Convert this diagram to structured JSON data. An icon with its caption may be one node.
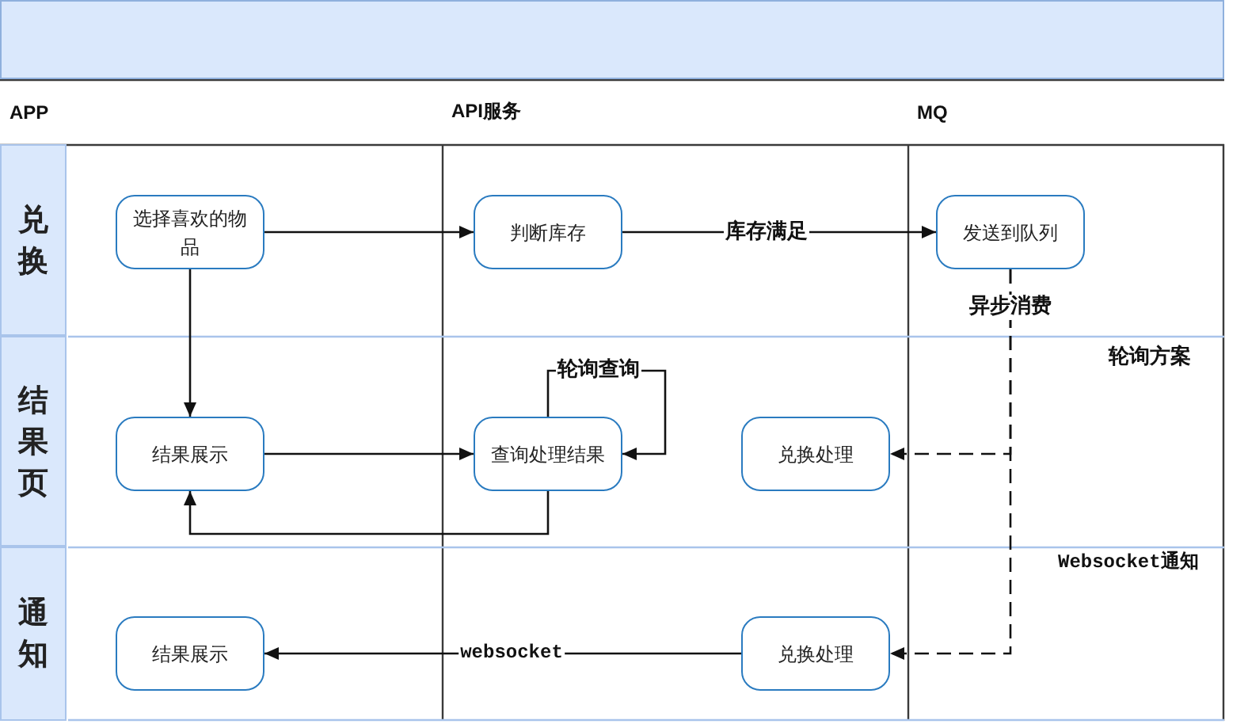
{
  "diagram": {
    "nodes": [
      {
        "text": [
          "APP"
        ]
      },
      {
        "text": [
          "API服务"
        ]
      },
      {
        "text": [
          "MQ"
        ]
      },
      {
        "text": [
          "兑换"
        ]
      },
      {
        "text": [
          "选择喜欢的物品"
        ]
      },
      {
        "text": [
          "判断库存"
        ]
      },
      {
        "text": [
          "发送到队列"
        ]
      },
      {
        "text": [
          "结果页"
        ]
      },
      {
        "text": [
          "结果展示"
        ]
      },
      {
        "text": [
          "查询处理结果"
        ]
      },
      {
        "text": [
          "兑换处理"
        ]
      },
      {
        "text": [
          "通知"
        ]
      },
      {
        "text": [
          "结果展示"
        ]
      },
      {
        "text": [
          "兑换处理"
        ]
      }
    ],
    "edges": [
      {
        "from": 4,
        "to": 5,
        "arrow": "to"
      },
      {
        "from": 5,
        "to": 6,
        "arrow": "to",
        "label": "库存满足"
      },
      {
        "from": 4,
        "to": 8,
        "arrow": "to"
      },
      {
        "from": 8,
        "to": 9,
        "arrow": "to"
      },
      {
        "from": 9,
        "to": 8,
        "arrow": "to"
      },
      {
        "from": 9,
        "to": 9,
        "arrow": "to",
        "label": "轮询查询"
      },
      {
        "from": 6,
        "to": 10,
        "arrow": "to",
        "style": "dashed",
        "label": "异步消费"
      },
      {
        "from": 6,
        "to": 13,
        "arrow": "to",
        "style": "dashed"
      },
      {
        "from": 13,
        "to": 12,
        "arrow": "to",
        "label": "websocket"
      }
    ],
    "labels": [
      "轮询方案",
      "Websocket通知"
    ]
  }
}
